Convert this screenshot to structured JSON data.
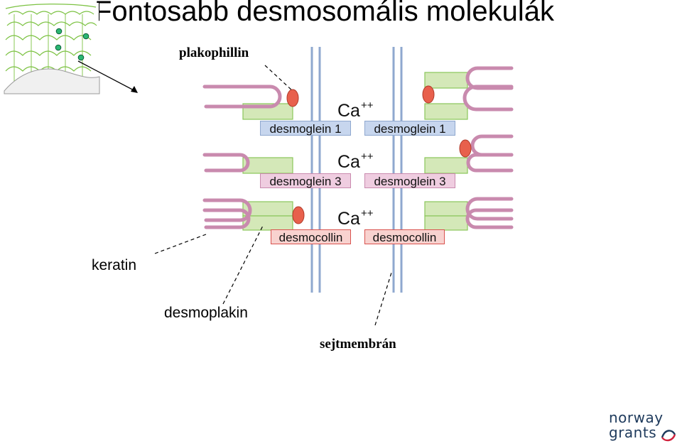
{
  "title": "Fontosabb desmosomális molekulák",
  "labels": {
    "plakophillin": "plakophillin",
    "keratin": "keratin",
    "desmoplakin": "desmoplakin",
    "sejtmembran": "sejtmembrán",
    "ca_base": "Ca",
    "ca_sup": "++"
  },
  "proteins": {
    "dg1_left": "desmoglein 1",
    "dg1_right": "desmoglein 1",
    "dg3_left": "desmoglein 3",
    "dg3_right": "desmoglein 3",
    "dc_left": "desmocollin",
    "dc_right": "desmocollin"
  },
  "logo": {
    "line1": "norway",
    "line2": "grants"
  },
  "colors": {
    "keratin": "#c98aae",
    "plaque": "#d4e8b8",
    "plaque_border": "#8ac65a",
    "membrane": "#8fa8cf",
    "plakophillin": "#e8604c",
    "dg1": "#c7d6ee",
    "dg3": "#efcde0",
    "desmocollin": "#f8d2cf",
    "tissue": "#7cc242"
  }
}
